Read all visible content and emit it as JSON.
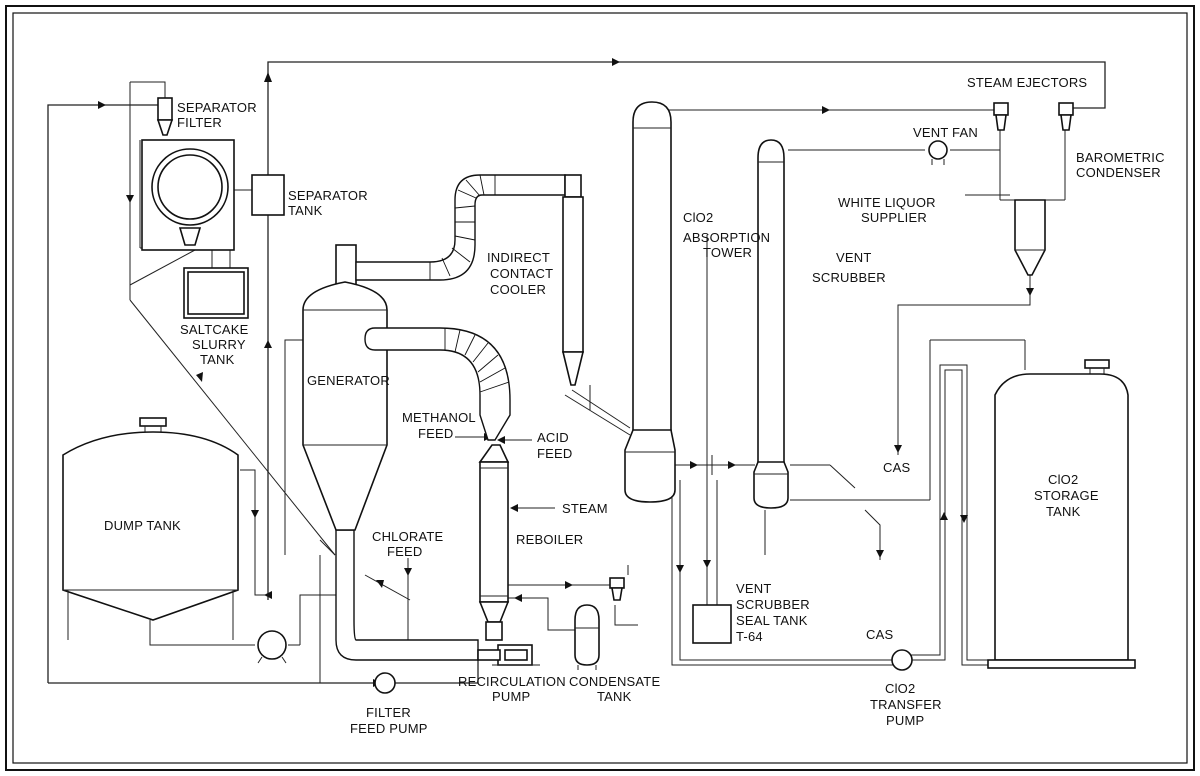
{
  "labels": {
    "steam_ejectors": "STEAM EJECTORS",
    "separator_filter": [
      "SEPARATOR",
      "FILTER"
    ],
    "separator_tank": [
      "SEPARATOR",
      "TANK"
    ],
    "vent_fan": "VENT FAN",
    "barometric_condenser": [
      "BAROMETRIC",
      "CONDENSER"
    ],
    "white_liquor_supplier": [
      "WHITE LIQUOR",
      "SUPPLIER"
    ],
    "clo2_absorption_tower": [
      "ClO2",
      "ABSORPTION",
      "TOWER"
    ],
    "indirect_contact_cooler": [
      "INDIRECT",
      "CONTACT",
      "COOLER"
    ],
    "vent_scrubber": [
      "VENT",
      "SCRUBBER"
    ],
    "saltcake_slurry_tank": [
      "SALTCAKE",
      "SLURRY",
      "TANK"
    ],
    "generator": "GENERATOR",
    "methanol_feed": [
      "METHANOL",
      "FEED"
    ],
    "acid_feed": [
      "ACID",
      "FEED"
    ],
    "steam": "STEAM",
    "reboiler": "REBOILER",
    "chlorate_feed": [
      "CHLORATE",
      "FEED"
    ],
    "dump_tank": "DUMP TANK",
    "cas_1": "CAS",
    "cas_2": "CAS",
    "clo2_storage_tank": [
      "ClO2",
      "STORAGE",
      "TANK"
    ],
    "vent_scrubber_seal_tank": [
      "VENT",
      "SCRUBBER",
      "SEAL TANK",
      "T-64"
    ],
    "recirculation_pump": [
      "RECIRCULATION",
      "PUMP"
    ],
    "condensate_tank": [
      "CONDENSATE",
      "TANK"
    ],
    "filter_feed_pump": [
      "FILTER",
      "FEED PUMP"
    ],
    "clo2_transfer_pump": [
      "ClO2",
      "TRANSFER",
      "PUMP"
    ]
  }
}
